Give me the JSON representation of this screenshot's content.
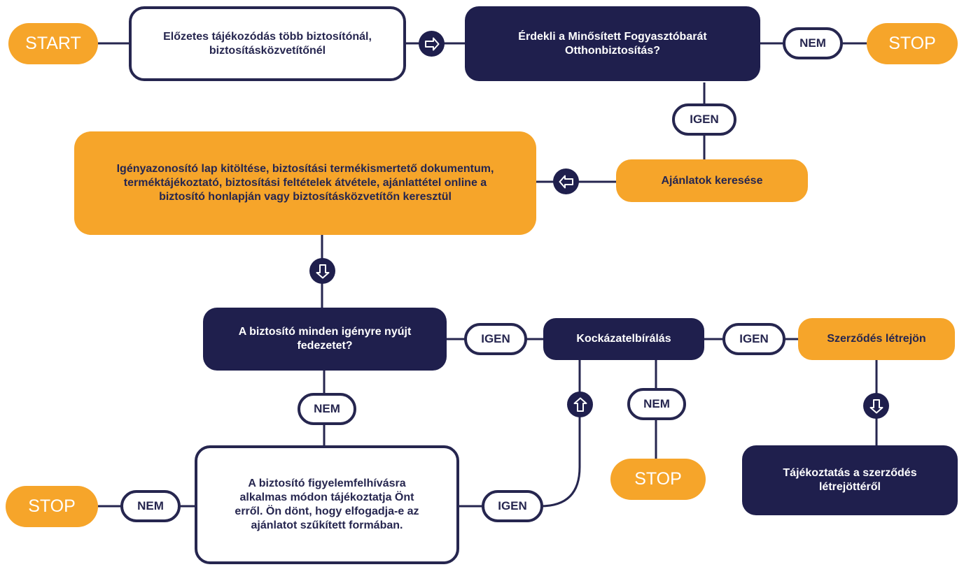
{
  "nodes": {
    "start": "START",
    "prelim": "Előzetes tájékozódás több biztosítónál, biztosításközvetítőnél",
    "interest": "Érdekli a Minősített Fogyasztóbarát Otthonbiztosítás?",
    "stop_top": "STOP",
    "offers": "Ajánlatok keresése",
    "forms": "Igényazonosító lap kitöltése, biztosítási termékismertető dokumentum, terméktájékoztató, biztosítási feltételek átvétele, ajánlattétel online a biztosító honlapján vagy biztosításközvetítőn keresztül",
    "coverage": "A biztosító minden igényre nyújt fedezetet?",
    "risk": "Kockázatelbírálás",
    "contract": "Szerződés létrejön",
    "notify": "A biztosító figyelemfelhívásra alkalmas módon tájékoztatja Önt erről. Ön dönt, hogy elfogadja-e az ajánlatot szűkített formában.",
    "stop_mid": "STOP",
    "stop_left": "STOP",
    "info": "Tájékoztatás a szerződés létrejöttéről"
  },
  "labels": {
    "nem_top": "NEM",
    "igen_down": "IGEN",
    "igen_cov_risk": "IGEN",
    "igen_risk_contract": "IGEN",
    "nem_cov": "NEM",
    "nem_risk": "NEM",
    "nem_left": "NEM",
    "igen_notify": "IGEN"
  },
  "arrow_icons": [
    "arrow-right-icon",
    "arrow-left-icon",
    "arrow-down-icon",
    "arrow-up-icon",
    "arrow-down-icon"
  ],
  "colors": {
    "orange": "#f6a52a",
    "navy": "#1f1f4d",
    "line": "#26264f",
    "white": "#ffffff"
  }
}
